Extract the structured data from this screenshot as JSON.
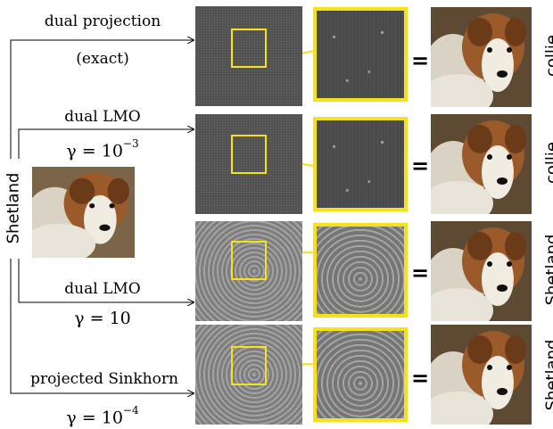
{
  "source": {
    "label": "Shetland"
  },
  "rows": [
    {
      "method": "dual projection",
      "param": "(exact)",
      "param_is_math": false,
      "style": "dark",
      "prediction": "collie"
    },
    {
      "method": "dual LMO",
      "param_gamma": "γ = 10",
      "param_exp": "−3",
      "param_is_math": true,
      "style": "dark",
      "prediction": "collie"
    },
    {
      "method": "dual LMO",
      "param": "γ = 10",
      "param_is_math": true,
      "style": "light",
      "prediction": "Shetland"
    },
    {
      "method": "projected Sinkhorn",
      "param_gamma": "γ = 10",
      "param_exp": "−4",
      "param_is_math": true,
      "style": "light",
      "prediction": "Shetland"
    }
  ],
  "equals": "=",
  "colors": {
    "highlight": "#f5e21a"
  },
  "icons": {
    "source_image": "sheltie-dog-photo",
    "result_image": "sheltie-dog-photo"
  }
}
